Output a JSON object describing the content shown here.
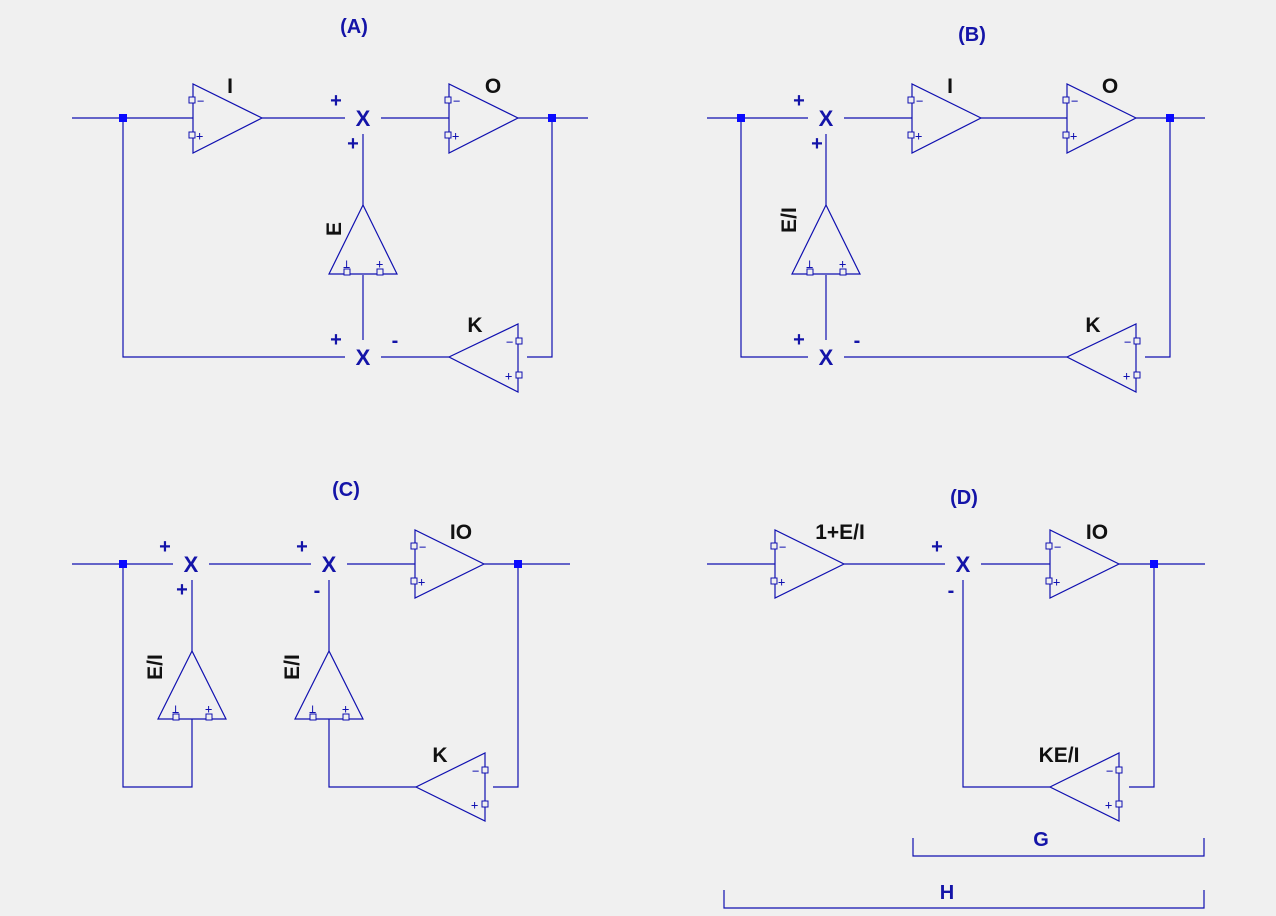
{
  "panels": {
    "a": {
      "title": "(A)",
      "amp_in": "I",
      "amp_out": "O",
      "amp_e": "E",
      "amp_k": "K"
    },
    "b": {
      "title": "(B)",
      "amp_in": "I",
      "amp_out": "O",
      "amp_e": "E/I",
      "amp_k": "K"
    },
    "c": {
      "title": "(C)",
      "amp_e1": "E/I",
      "amp_e2": "E/I",
      "amp_out": "IO",
      "amp_k": "K"
    },
    "d": {
      "title": "(D)",
      "amp_pre": "1+E/I",
      "amp_out": "IO",
      "amp_k": "KE/I"
    }
  },
  "summer_symbol": "X",
  "signs": {
    "plus": "+",
    "minus": "-"
  },
  "brackets": {
    "g": "G",
    "h": "H"
  }
}
